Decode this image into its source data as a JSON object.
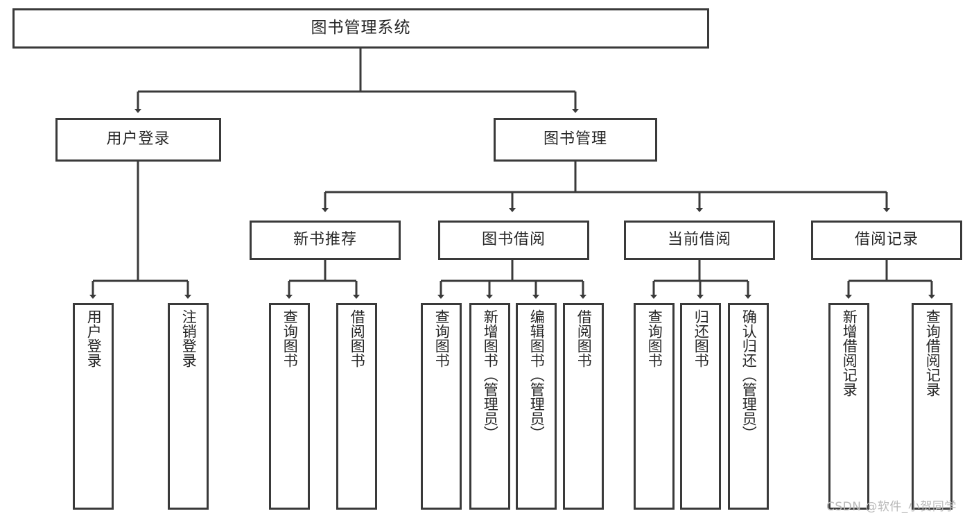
{
  "diagram": {
    "title_node": {
      "label": "图书管理系统"
    },
    "level2": [
      {
        "label": "用户登录"
      },
      {
        "label": "图书管理"
      }
    ],
    "level3": [
      {
        "label": "新书推荐"
      },
      {
        "label": "图书借阅"
      },
      {
        "label": "当前借阅"
      },
      {
        "label": "借阅记录"
      }
    ],
    "leaves": {
      "user_login": [
        {
          "label": "用户登录"
        },
        {
          "label": "注销登录"
        }
      ],
      "new_book_recommend": [
        {
          "label": "查询图书"
        },
        {
          "label": "借阅图书"
        }
      ],
      "book_borrow": [
        {
          "label": "查询图书"
        },
        {
          "label": "新增图书（管理员）"
        },
        {
          "label": "编辑图书（管理员）"
        },
        {
          "label": "借阅图书"
        }
      ],
      "current_borrow": [
        {
          "label": "查询图书"
        },
        {
          "label": "归还图书"
        },
        {
          "label": "确认归还（管理员）"
        }
      ],
      "borrow_records": [
        {
          "label": "新增借阅记录"
        },
        {
          "label": "查询借阅记录"
        }
      ]
    },
    "watermark": {
      "text": "CSDN @软件_小贺同学"
    },
    "colors": {
      "stroke": "#3a3a3a",
      "fill": "#ffffff",
      "text": "#262626",
      "watermark": "#b8b8b8"
    }
  }
}
